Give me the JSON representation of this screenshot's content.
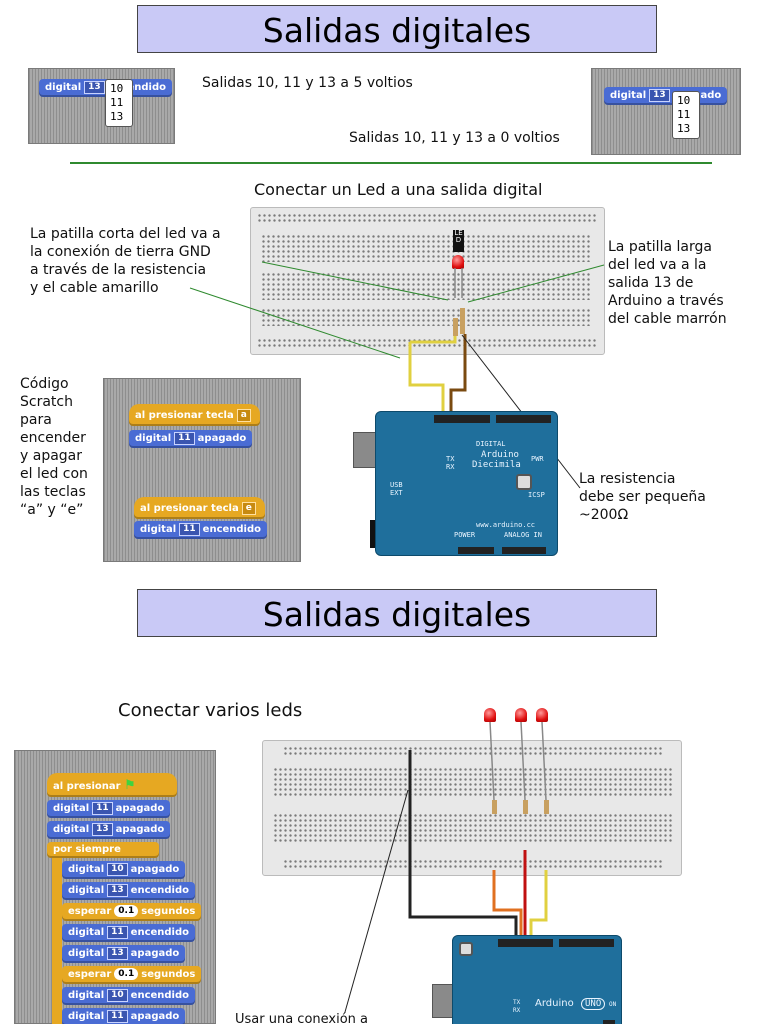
{
  "section1": {
    "title": "Salidas digitales",
    "dropdown_left": {
      "block_label": "digital",
      "slot": "13",
      "suffix": "encendido",
      "options": [
        "10",
        "11",
        "13"
      ]
    },
    "dropdown_right": {
      "block_label": "digital",
      "slot": "13",
      "suffix": "apagado",
      "options": [
        "10",
        "11",
        "13"
      ]
    },
    "caption_on": "Salidas 10, 11 y 13 a 5 voltios",
    "caption_off": "Salidas 10, 11 y 13 a 0 voltios",
    "subtitle": "Conectar un Led a una salida digital",
    "note_short_leg": [
      "La patilla corta del led va a",
      "la conexión de tierra GND",
      "a través de la resistencia",
      "y el cable amarillo"
    ],
    "note_long_leg": [
      "La patilla larga",
      "del led va a la",
      "salida 13 de",
      "Arduino a través",
      "del cable marrón"
    ],
    "note_scratch": [
      "Código",
      "Scratch",
      "para",
      "encender",
      "y apagar",
      "el led con",
      "las teclas",
      "“a” y “e”"
    ],
    "note_resistor": [
      "La resistencia",
      "debe ser pequeña",
      "~200Ω"
    ],
    "led_label": "LED",
    "scratch": {
      "hat1_label": "al presionar tecla",
      "hat1_key": "a",
      "cmd1_label": "digital",
      "cmd1_slot": "11",
      "cmd1_state": "apagado",
      "hat2_label": "al presionar tecla",
      "hat2_key": "e",
      "cmd2_label": "digital",
      "cmd2_slot": "11",
      "cmd2_state": "encendido"
    },
    "board": {
      "line1": "Arduino",
      "line2": "Diecimila",
      "digital": "DIGITAL",
      "power": "POWER",
      "analog": "ANALOG IN",
      "url": "www.arduino.cc",
      "usb": "USB",
      "ext": "EXT",
      "icsp": "ICSP",
      "pwr": "PWR",
      "tx": "TX",
      "rx": "RX"
    }
  },
  "section2": {
    "title": "Salidas digitales",
    "subtitle": "Conectar varios leds",
    "bottom_note": "Usar una conexión a",
    "board": {
      "name": "Arduino",
      "model": "UNO",
      "on": "ON",
      "tx": "TX",
      "rx": "RX"
    },
    "script": [
      {
        "type": "hat",
        "label": "al presionar",
        "flag": "⚑"
      },
      {
        "type": "cmd",
        "label": "digital",
        "slot": "11",
        "state": "apagado"
      },
      {
        "type": "cmd",
        "label": "digital",
        "slot": "13",
        "state": "apagado"
      },
      {
        "type": "loop",
        "label": "por siempre"
      },
      {
        "type": "cmd",
        "label": "digital",
        "slot": "10",
        "state": "apagado"
      },
      {
        "type": "cmd",
        "label": "digital",
        "slot": "13",
        "state": "encendido"
      },
      {
        "type": "wait",
        "label": "esperar",
        "value": "0.1",
        "unit": "segundos"
      },
      {
        "type": "cmd",
        "label": "digital",
        "slot": "11",
        "state": "encendido"
      },
      {
        "type": "cmd",
        "label": "digital",
        "slot": "13",
        "state": "apagado"
      },
      {
        "type": "wait",
        "label": "esperar",
        "value": "0.1",
        "unit": "segundos"
      },
      {
        "type": "cmd",
        "label": "digital",
        "slot": "10",
        "state": "encendido"
      },
      {
        "type": "cmd",
        "label": "digital",
        "slot": "11",
        "state": "apagado"
      }
    ]
  }
}
